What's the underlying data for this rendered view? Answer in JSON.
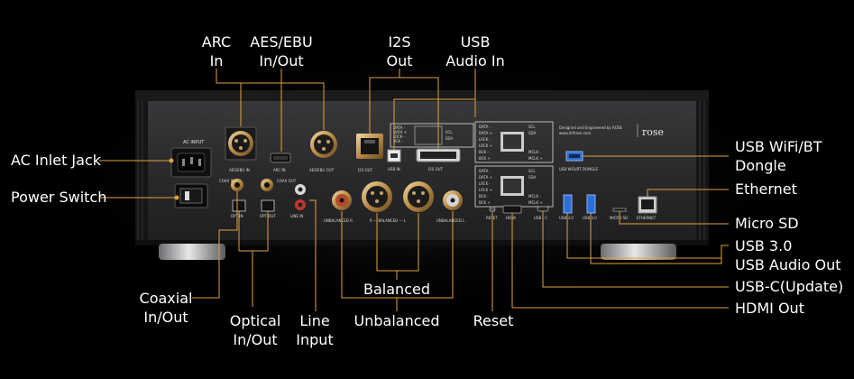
{
  "labels": {
    "arc_in": [
      "ARC",
      "In"
    ],
    "aes_ebu": [
      "AES/EBU",
      "In/Out"
    ],
    "i2s_out": [
      "I2S",
      "Out"
    ],
    "usb_audio_in": [
      "USB",
      "Audio In"
    ],
    "ac_inlet": [
      "AC Inlet Jack"
    ],
    "power_switch": [
      "Power Switch"
    ],
    "coaxial": [
      "Coaxial",
      "In/Out"
    ],
    "optical": [
      "Optical",
      "In/Out"
    ],
    "line_input": [
      "Line",
      "Input"
    ],
    "balanced": [
      "Balanced"
    ],
    "unbalanced": [
      "Unbalanced"
    ],
    "reset": [
      "Reset"
    ],
    "usb_wifi": [
      "USB WiFi/BT",
      "Dongle"
    ],
    "ethernet": [
      "Ethernet"
    ],
    "micro_sd": [
      "Micro SD"
    ],
    "usb3": [
      "USB 3.0",
      "USB Audio Out"
    ],
    "usbc": [
      "USB-C(Update)"
    ],
    "hdmi_out": [
      "HDMI Out"
    ]
  },
  "panel": {
    "ac_input": "AC INPUT",
    "aes_ebu_in": "AES/EBU IN",
    "arc_in": "ARC IN",
    "aes_ebu_out": "AES/EBU OUT",
    "i2s_out": "I2S OUT",
    "usb_in": "USB IN",
    "i2s_out2": "I2S OUT",
    "coax_in": "COAX IN",
    "coax_out": "COAX OUT",
    "opt_in": "OPT IN",
    "opt_out": "OPT OUT",
    "line_in": "LINE IN",
    "unbalanced_r": "UNBALANCED R",
    "balanced": "R — BALANCED — L",
    "unbalanced_l": "UNBALANCED L",
    "reset": "RESET",
    "hdmi": "HDMI",
    "usb_c": "USB - C",
    "usb30a": "USB 3.0",
    "usb30b": "USB 3.0",
    "micro_sd": "MICRO SD",
    "ethernet": "ETHERNET",
    "dongle": "USB WIFI/BT DONGLE",
    "designed": "Designed and Engineered by ROSE",
    "website": "www.hifirose.com",
    "brand": "rose",
    "i2s_pins_left": [
      "DATA -",
      "DATA +",
      "LRCK -",
      "LRCK +",
      "BCK -",
      "BCK +"
    ],
    "i2s_pins_right": [
      "SCL",
      "SDA",
      "MCLK -",
      "MCLK +"
    ]
  },
  "colors": {
    "accent": "#e0a23a",
    "panel": "#2b2b2d",
    "background": "#000000"
  }
}
